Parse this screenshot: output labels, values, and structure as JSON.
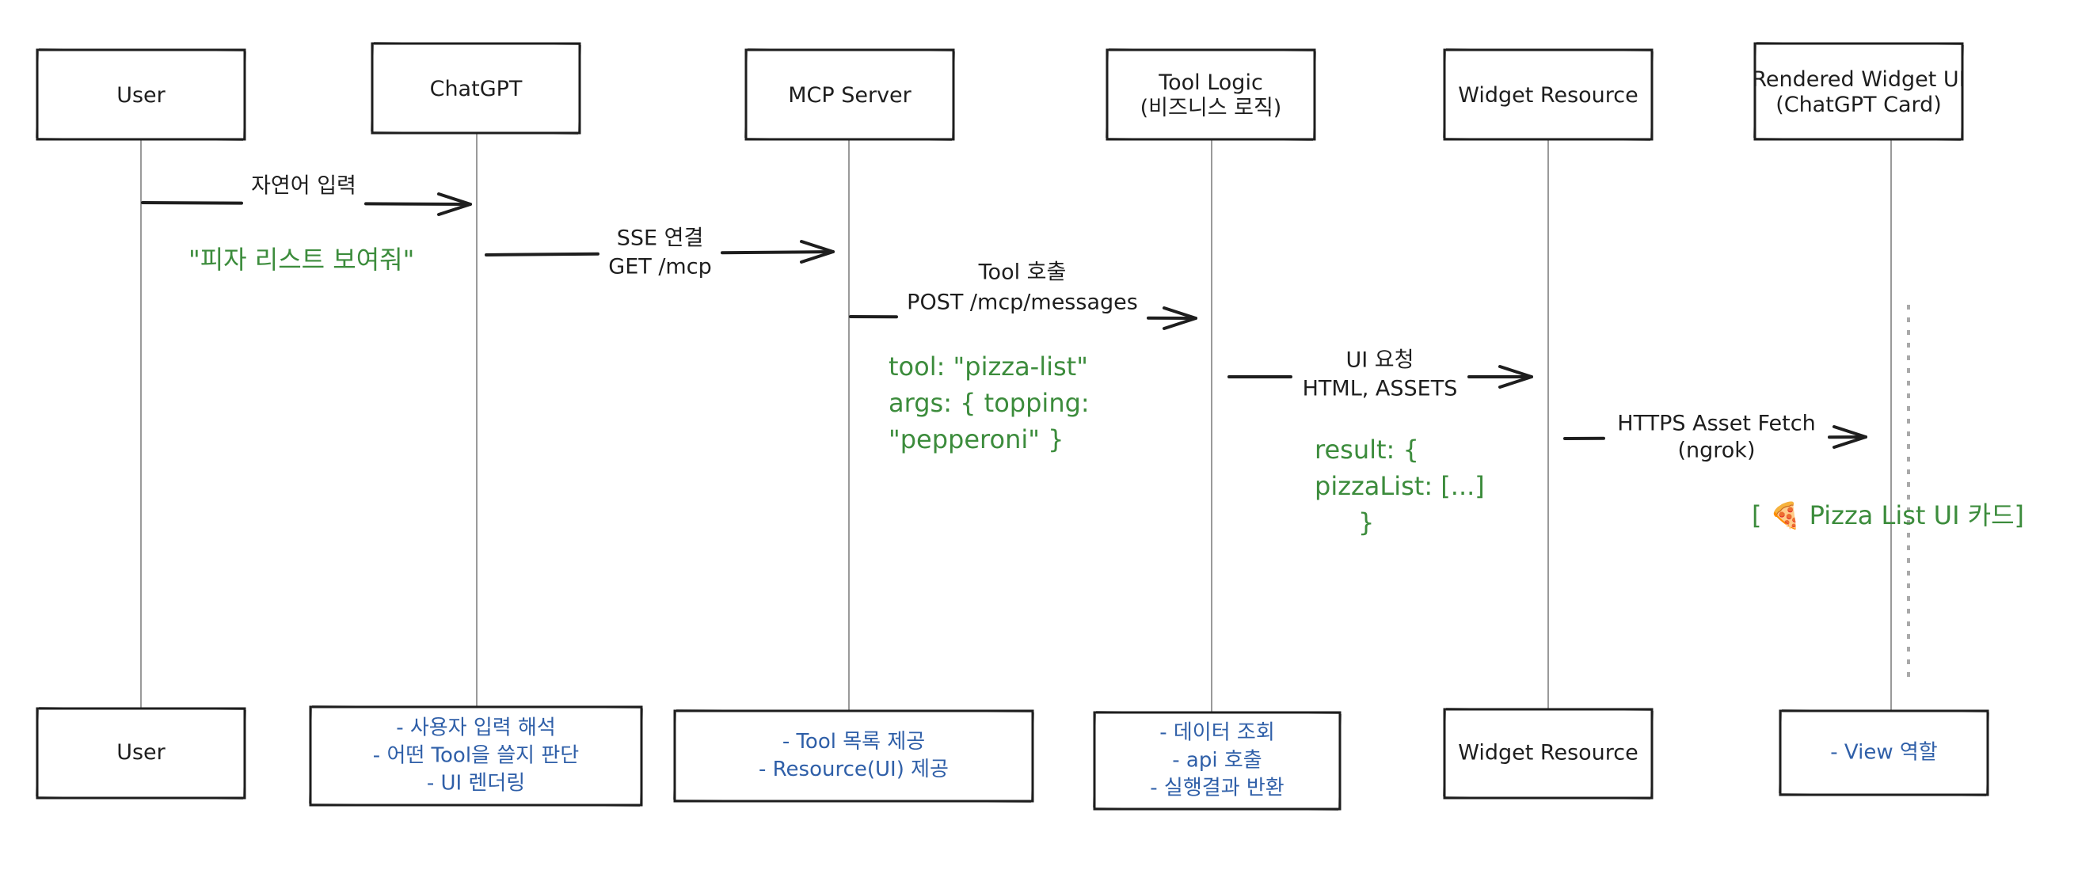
{
  "participants": [
    {
      "id": "user",
      "label": [
        "User"
      ]
    },
    {
      "id": "chatgpt",
      "label": [
        "ChatGPT"
      ]
    },
    {
      "id": "mcp",
      "label": [
        "MCP Server"
      ]
    },
    {
      "id": "toollogic",
      "label": [
        "Tool Logic",
        "(비즈니스 로직)"
      ]
    },
    {
      "id": "widgetres",
      "label": [
        "Widget Resource"
      ]
    },
    {
      "id": "rendered",
      "label": [
        "Rendered Widget UI",
        "(ChatGPT Card)"
      ]
    }
  ],
  "bottom_boxes": [
    {
      "id": "user",
      "lines": [
        "User"
      ],
      "style": "black"
    },
    {
      "id": "chatgpt",
      "lines": [
        "- 사용자 입력 해석",
        "- 어떤 Tool을 쓸지 판단",
        "- UI 렌더링"
      ],
      "style": "blue"
    },
    {
      "id": "mcp",
      "lines": [
        "- Tool 목록 제공",
        "- Resource(UI) 제공"
      ],
      "style": "blue"
    },
    {
      "id": "toollogic",
      "lines": [
        "- 데이터 조회",
        "- api 호출",
        "- 실행결과 반환"
      ],
      "style": "blue"
    },
    {
      "id": "widgetres",
      "lines": [
        "Widget Resource"
      ],
      "style": "black"
    },
    {
      "id": "rendered",
      "lines": [
        "- View 역할"
      ],
      "style": "blue"
    }
  ],
  "messages": [
    {
      "id": "msg-user-chatgpt",
      "from": "user",
      "to": "chatgpt",
      "label": [
        "자연어 입력"
      ]
    },
    {
      "id": "msg-chatgpt-mcp",
      "from": "chatgpt",
      "to": "mcp",
      "label": [
        "SSE 연결",
        "GET /mcp"
      ]
    },
    {
      "id": "msg-mcp-tool",
      "from": "mcp",
      "to": "toollogic",
      "label": [
        "Tool 호출",
        "POST /mcp/messages"
      ]
    },
    {
      "id": "msg-tool-widget",
      "from": "toollogic",
      "to": "widgetres",
      "label": [
        "UI 요청",
        "HTML, ASSETS"
      ]
    },
    {
      "id": "msg-widget-rendered",
      "from": "widgetres",
      "to": "rendered",
      "label": [
        "HTTPS Asset Fetch",
        "(ngrok)"
      ]
    }
  ],
  "notes": [
    {
      "id": "note-user-input",
      "lines": [
        "\"피자 리스트 보여줘\""
      ]
    },
    {
      "id": "note-tool-args",
      "lines": [
        "tool: \"pizza-list\"",
        "args: { topping:",
        "\"pepperoni\" }"
      ]
    },
    {
      "id": "note-result",
      "lines": [
        "result: {",
        "pizzaList: [...]",
        "}"
      ]
    },
    {
      "id": "note-card",
      "lines": [
        "[ 🍕 Pizza List UI 카드]"
      ]
    }
  ],
  "colors": {
    "stroke": "#1e1e1e",
    "lifeline": "#9a9a9a",
    "green_note": "#3c8c3c",
    "blue_desc": "#2f5fa8",
    "background": "#ffffff"
  }
}
